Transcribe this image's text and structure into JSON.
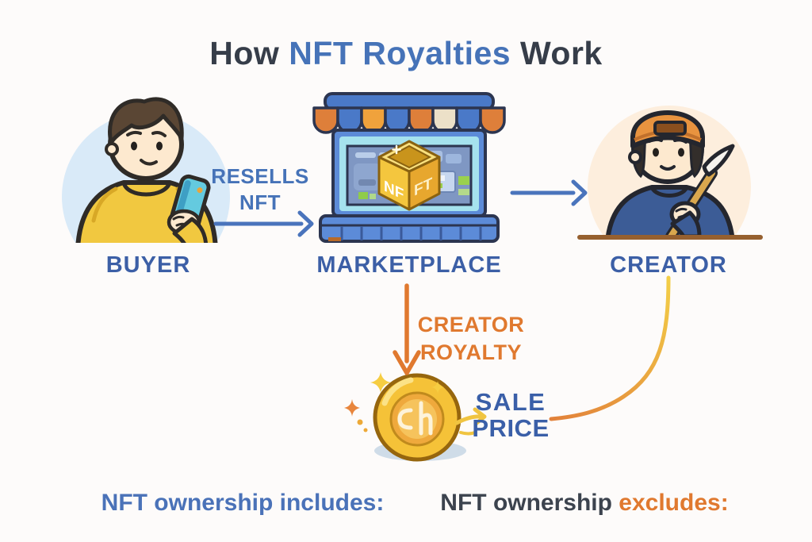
{
  "title": {
    "part1": "How",
    "highlight": " NFT Royalties",
    "part2": " Work"
  },
  "nodes": {
    "buyer": {
      "label": "BUYER"
    },
    "marketplace": {
      "label": "MARKETPLACE",
      "cube_left": "NF",
      "cube_right": "FT"
    },
    "creator": {
      "label": "CREATOR"
    }
  },
  "arrows": {
    "resells": {
      "line1": "RESELLS",
      "line2": "NFT"
    },
    "royalty": {
      "line1": "CREATOR",
      "line2": "ROYALTY"
    }
  },
  "sale_price": {
    "line1": "SALE",
    "line2": "PRICE"
  },
  "footer": {
    "includes_prefix": "NFT ownership ",
    "includes_emphasis": "includes:",
    "excludes_prefix": "NFT ownership ",
    "excludes_emphasis": "excludes:"
  },
  "icons": {
    "buyer": "buyer-avatar-with-phone",
    "marketplace": "storefront-with-nft-cube",
    "creator": "creator-avatar-with-paintbrush",
    "coin": "gold-coin-with-sparkles"
  },
  "colors": {
    "accent_blue": "#4673b8",
    "label_blue": "#3c5fa6",
    "accent_orange": "#e0792f",
    "coin_gold": "#f5c238",
    "dark_text": "#363d49",
    "background": "#fdfbfa"
  }
}
